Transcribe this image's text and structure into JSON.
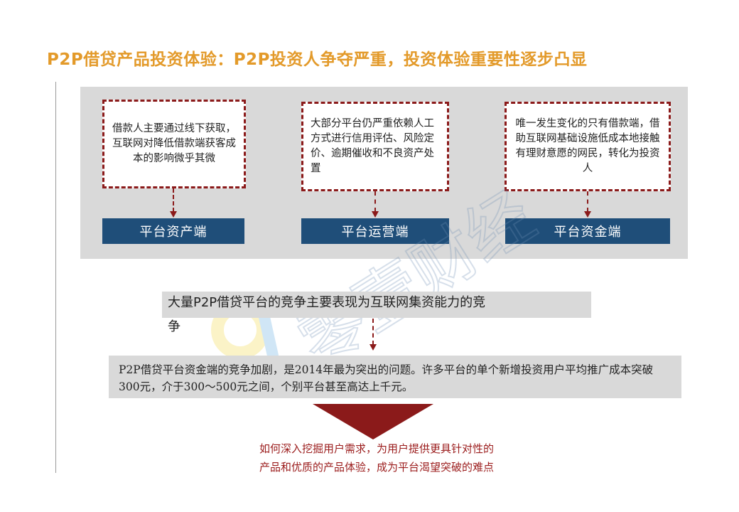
{
  "title": "P2P借贷产品投资体验：P2P投资人争夺严重，投资体验重要性逐步凸显",
  "columns": [
    {
      "note": "借款人主要通过线下获取，互联网对降低借款端获客成本的影响微乎其微",
      "label": "平台资产端"
    },
    {
      "note": "大部分平台仍严重依赖人工方式进行信用评估、风险定价、逾期催收和不良资产处置",
      "label": "平台运营端"
    },
    {
      "note": "唯一发生变化的只有借款端，借助互联网基础设施低成本地接触有理财意愿的网民，转化为投资人",
      "label": "平台资金端"
    }
  ],
  "summary": {
    "line1": "大量P2P借贷平台的竞争主要表现为互联网集资能力的竞",
    "line2": "争"
  },
  "detail": "P2P借贷平台资金端的竞争加剧，是2014年最为突出的问题。许多平台的单个新增投资用户平均推广成本突破300元，介于300～500元之间，个别平台甚至高达上千元。",
  "conclusion": {
    "line1": "如何深入挖掘用户需求，为用户提供更具针对性的",
    "line2": "产品和优质的产品体验，成为平台渴望突破的难点"
  },
  "watermark": {
    "text": "零壹财经"
  },
  "colors": {
    "title": "#e39a2a",
    "dash_border": "#8b1a1a",
    "label_fill": "#1f4e79",
    "panel": "#d9d9d9",
    "conclusion_text": "#9b1c1c"
  }
}
